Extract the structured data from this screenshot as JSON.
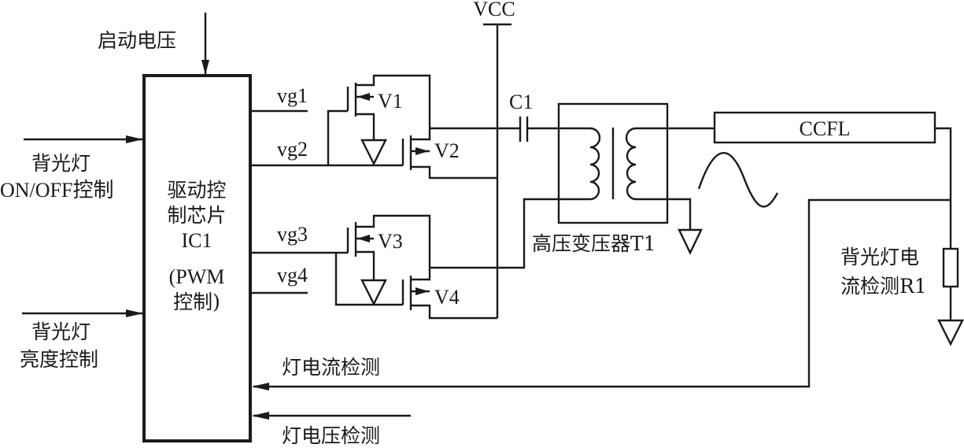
{
  "title": "CCFL backlight inverter circuit",
  "ic": {
    "lines": [
      "驱动控",
      "制芯片",
      "IC1",
      "(PWM",
      "控制)"
    ]
  },
  "inputs": {
    "start_voltage": "启动电压",
    "onoff_line1": "背光灯",
    "onoff_line2": "ON/OFF控制",
    "brightness_line1": "背光灯",
    "brightness_line2": "亮度控制",
    "lamp_current": "灯电流检测",
    "lamp_voltage": "灯电压检测"
  },
  "gate_signals": [
    "vg1",
    "vg2",
    "vg3",
    "vg4"
  ],
  "transistors": [
    "V1",
    "V2",
    "V3",
    "V4"
  ],
  "supply": "VCC",
  "capacitor": "C1",
  "transformer": "高压变压器T1",
  "lamp": "CCFL",
  "sense_resistor_line1": "背光灯电",
  "sense_resistor_line2": "流检测R1"
}
